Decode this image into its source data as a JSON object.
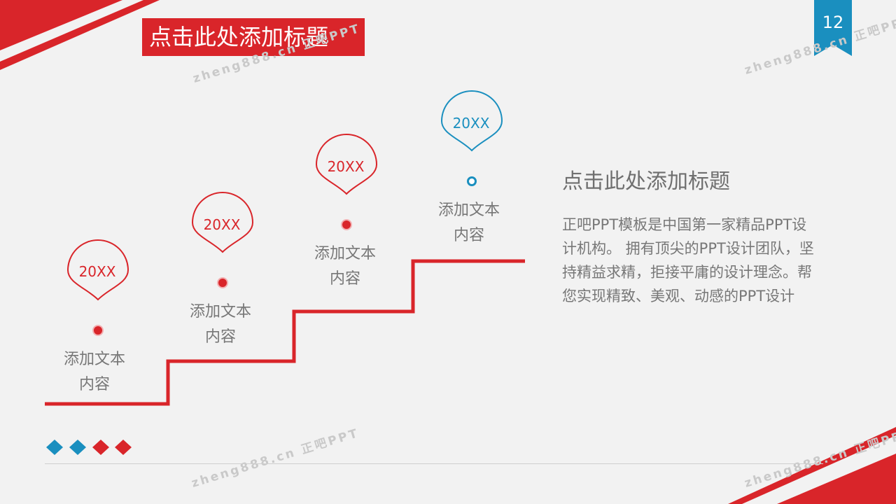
{
  "title": "点击此处添加标题",
  "page_number": "12",
  "watermarks": [
    "zheng888.cn 正吧PPT",
    "zheng888.cn 正吧PPT",
    "zheng888.cn 正吧PPT",
    "zheng888.cn 正吧PPT"
  ],
  "markers": [
    {
      "year": "20XX",
      "label_line1": "添加文本",
      "label_line2": "内容",
      "color": "#d9252a"
    },
    {
      "year": "20XX",
      "label_line1": "添加文本",
      "label_line2": "内容",
      "color": "#d9252a"
    },
    {
      "year": "20XX",
      "label_line1": "添加文本",
      "label_line2": "内容",
      "color": "#d9252a"
    },
    {
      "year": "20XX",
      "label_line1": "添加文本",
      "label_line2": "内容",
      "color": "#1a8fbf"
    }
  ],
  "side_panel": {
    "title": "点击此处添加标题",
    "body_lines": [
      "正吧PPT模板是中国第一家精品PPT设",
      "计机构。 拥有顶尖的PPT设计团队，坚",
      "持精益求精，拒接平庸的设计理念。帮",
      "您实现精致、美观、动感的PPT设计"
    ]
  },
  "colors": {
    "accent_red": "#d9252a",
    "accent_blue": "#1a8fbf",
    "stair": "#d9252a"
  }
}
